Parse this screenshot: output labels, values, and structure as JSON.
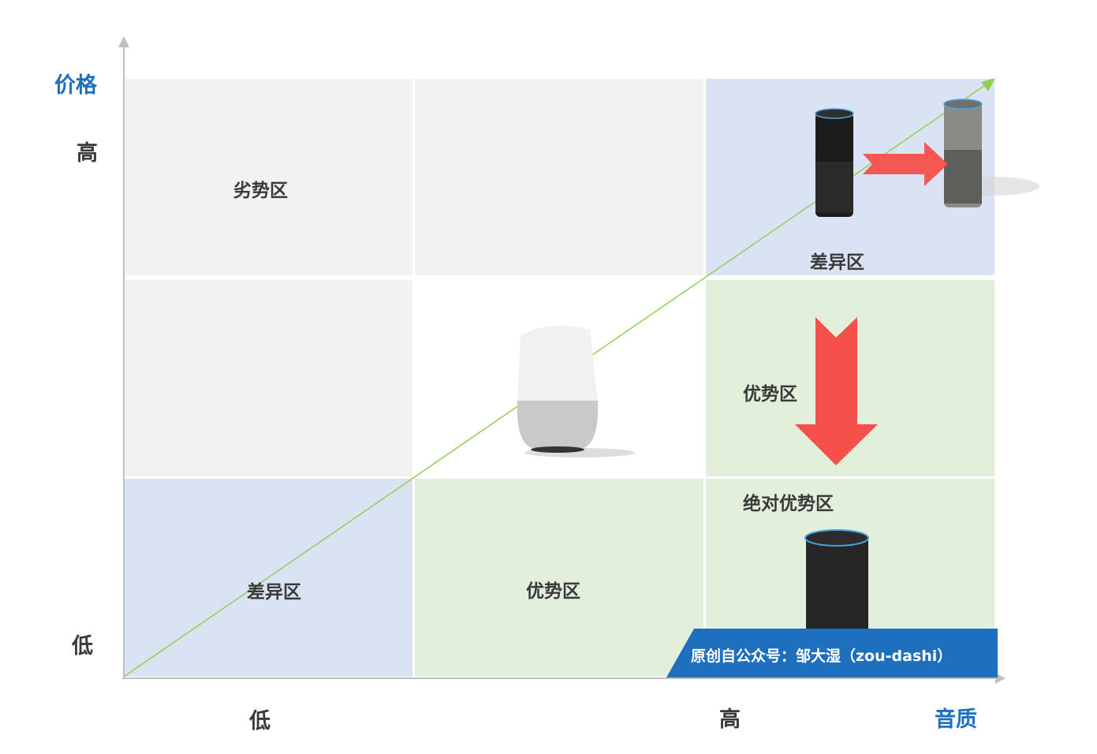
{
  "axes": {
    "y_title": "价格",
    "y_high": "高",
    "y_low": "低",
    "x_title": "音质",
    "x_low": "低",
    "x_high": "高"
  },
  "zones": {
    "top_left": "劣势区",
    "top_right": "差异区",
    "middle_right": "优势区",
    "bottom_right": "绝对优势区",
    "bottom_left": "差异区",
    "bottom_middle": "优势区"
  },
  "products": {
    "top_right_a": "black-cylinder-smart-speaker",
    "top_right_b": "silver-cylinder-smart-speaker",
    "center": "white-gray-smart-speaker",
    "bottom_right": "fabric-cylinder-smart-speaker"
  },
  "banner": {
    "text": "原创自公众号：邹大湿（zou-dashi）"
  },
  "colors": {
    "axis_title": "#1f6fbf",
    "banner": "#1f6fbf",
    "arrow": "#f5504a",
    "trend_line": "#8fd14f",
    "zone_gray": "#f2f2f2",
    "zone_blue": "#dae3f3",
    "zone_green": "#e2efda"
  }
}
